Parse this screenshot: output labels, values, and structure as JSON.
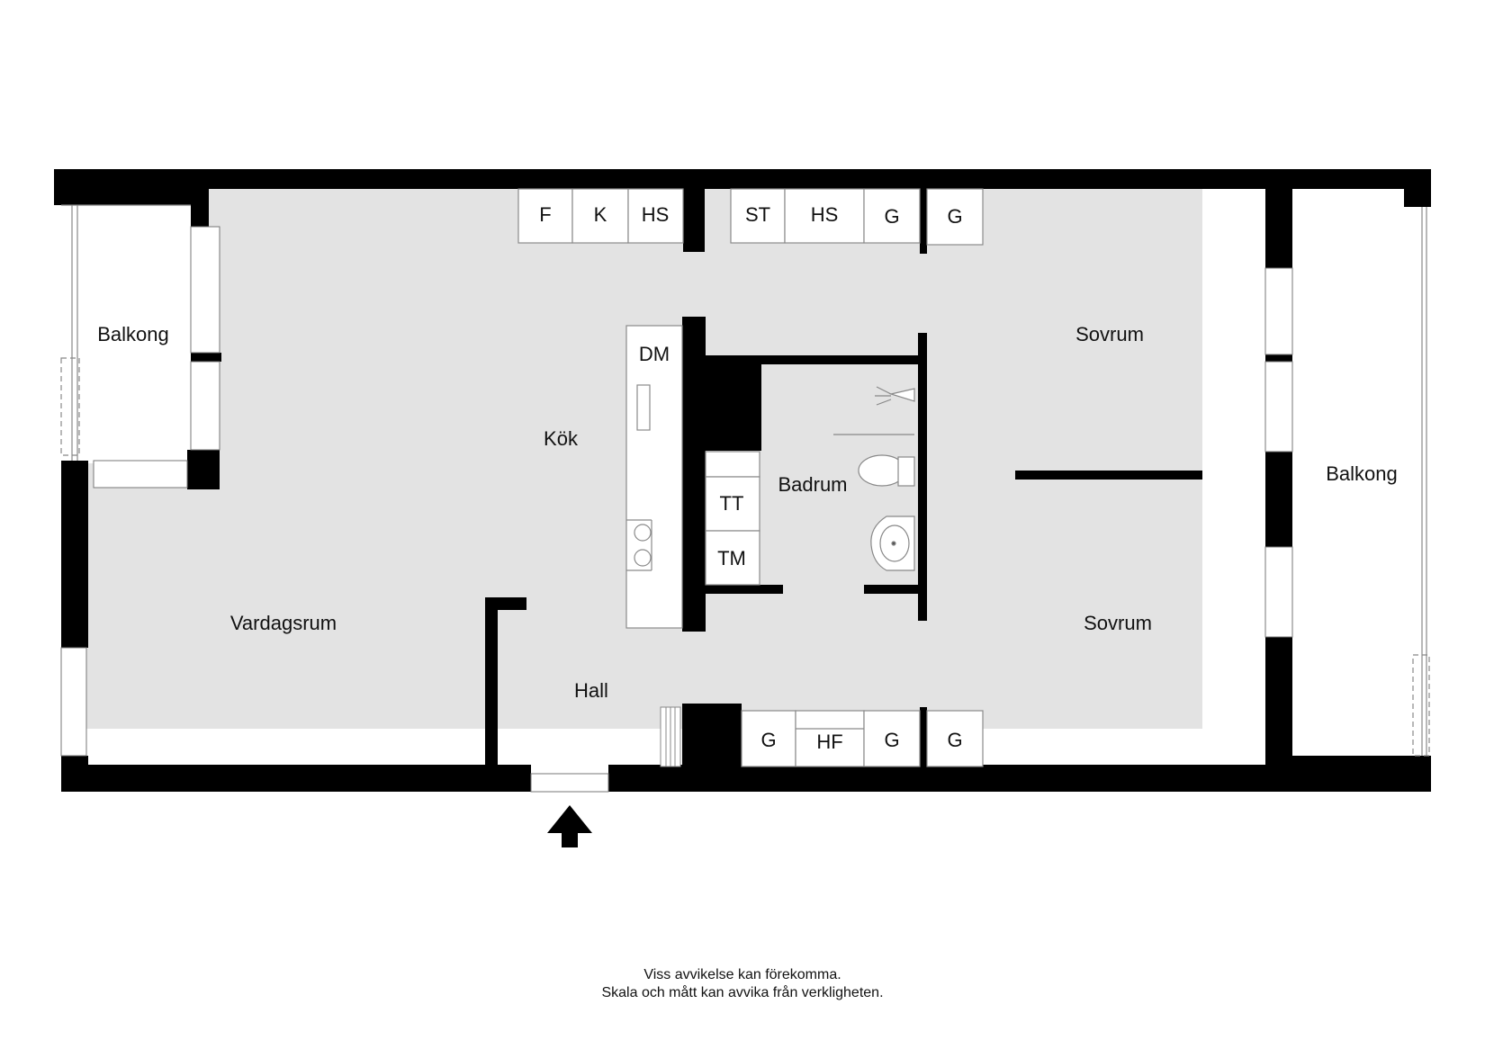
{
  "rooms": {
    "balkong_left": "Balkong",
    "balkong_right": "Balkong",
    "kok": "Kök",
    "vardagsrum": "Vardagsrum",
    "hall": "Hall",
    "badrum": "Badrum",
    "sovrum_top": "Sovrum",
    "sovrum_bottom": "Sovrum"
  },
  "appliances": {
    "f": "F",
    "k": "K",
    "hs1": "HS",
    "st": "ST",
    "hs2": "HS",
    "g_top1": "G",
    "g_top2": "G",
    "dm": "DM",
    "tt": "TT",
    "tm": "TM",
    "g_bot1": "G",
    "hf": "HF",
    "g_bot2": "G",
    "g_bot3": "G"
  },
  "disclaimer": {
    "line1": "Viss avvikelse kan förekomma.",
    "line2": "Skala och mått kan avvika från verkligheten."
  },
  "colors": {
    "wall": "#000000",
    "floor": "#e3e3e3",
    "fixture": "#ffffff",
    "fixture_stroke": "#8a8a8a"
  },
  "icons": {
    "entrance": "entrance-arrow-icon",
    "toilet": "toilet-icon",
    "sink": "sink-icon",
    "shower": "shower-icon",
    "radiator": "radiator-icon"
  }
}
